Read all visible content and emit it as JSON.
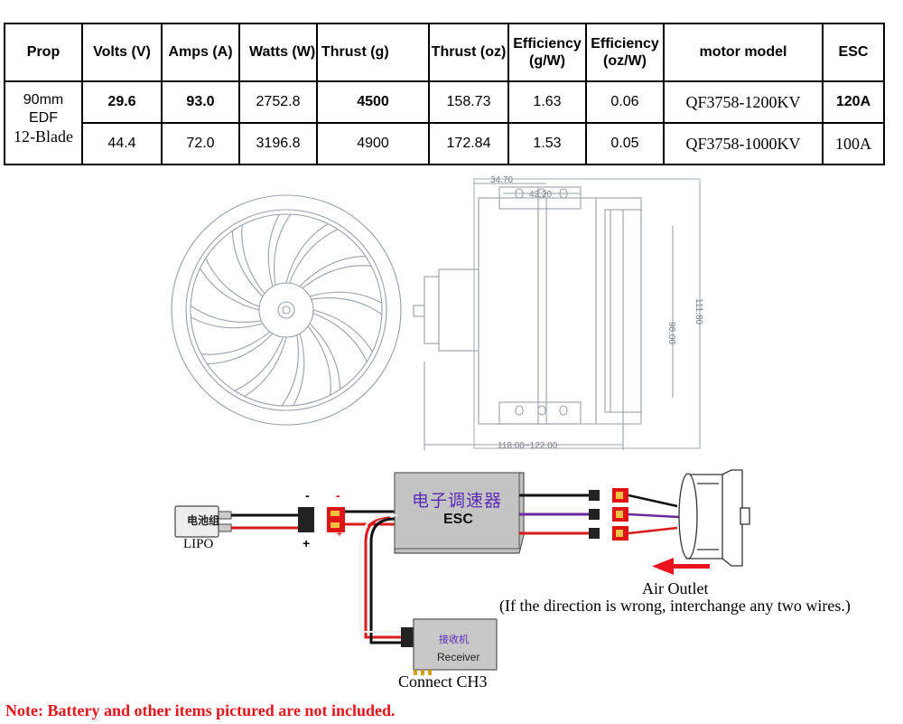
{
  "table": {
    "headers": {
      "prop": "Prop",
      "volts": "Volts (V)",
      "amps": "Amps (A)",
      "watts": "Watts (W)",
      "thrust_g": "Thrust (g)",
      "thrust_oz": "Thrust (oz)",
      "eff_gw": "Efficiency (g/W)",
      "eff_ozw": "Efficiency (oz/W)",
      "motor_model": "motor model",
      "esc": "ESC"
    },
    "prop": {
      "line1": "90mm",
      "line2": "EDF",
      "line3": "12-Blade"
    },
    "rows": [
      {
        "volts": "29.6",
        "amps": "93.0",
        "watts": "2752.8",
        "thrust_g": "4500",
        "thrust_oz": "158.73",
        "eff_gw": "1.63",
        "eff_ozw": "0.06",
        "motor": "QF3758-1200KV",
        "esc": "120A"
      },
      {
        "volts": "44.4",
        "amps": "72.0",
        "watts": "3196.8",
        "thrust_g": "4900",
        "thrust_oz": "172.84",
        "eff_gw": "1.53",
        "eff_ozw": "0.05",
        "motor": "QF3758-1000KV",
        "esc": "100A"
      }
    ]
  },
  "drawing": {
    "dim_top1": "34.70",
    "dim_top2": "42.20",
    "dim_side1": "98.00",
    "dim_side2": "111.80",
    "dim_bottom": "118.00~122.00"
  },
  "wiring": {
    "battery_cn": "电池组",
    "lipo": "LIPO",
    "esc_cn": "电子调速器",
    "esc_en": "ESC",
    "receiver_cn": "接收机",
    "receiver_en": "Receiver",
    "connect": "Connect CH3",
    "air_outlet": "Air Outlet",
    "direction_note": "(If the direction is wrong, interchange any two wires.)",
    "minus": "-",
    "plus": "+"
  },
  "footer": {
    "note": "Note: Battery and other items pictured are not included."
  },
  "colors": {
    "note_red": "#e8131b",
    "esc_text": "#5a2bb5",
    "wire_red": "#d81b1b",
    "wire_purple": "#6a2a9a",
    "drawing_line": "#9aa0aa"
  }
}
